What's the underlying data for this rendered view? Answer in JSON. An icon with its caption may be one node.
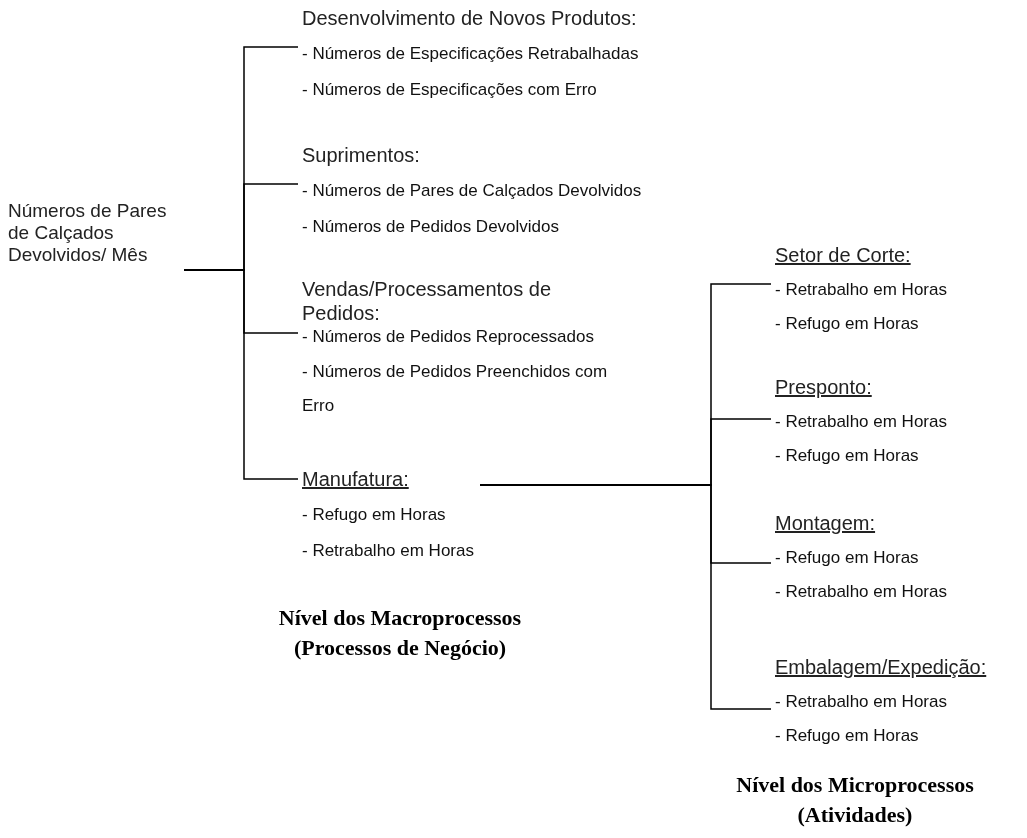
{
  "diagram": {
    "nodes": [
      {
        "text": [
          "Números de Pares de Calçados Devolvidos/ Mês"
        ]
      },
      {
        "text": [
          "Desenvolvimento de Novos Produtos:",
          "- Números de Especificações Retrabalhadas",
          "- Números de Especificações com Erro"
        ]
      },
      {
        "text": [
          "Suprimentos:",
          "- Números de Pares de Calçados Devolvidos",
          "- Números de Pedidos Devolvidos"
        ]
      },
      {
        "text": [
          "Vendas/Processamentos de Pedidos:",
          "- Números de Pedidos Reprocessados",
          "- Números de Pedidos Preenchidos com Erro"
        ]
      },
      {
        "text": [
          "Manufatura:",
          "- Refugo em Horas",
          "- Retrabalho em Horas"
        ]
      },
      {
        "text": [
          "Setor de Corte:",
          "- Retrabalho em Horas",
          "- Refugo em Horas"
        ]
      },
      {
        "text": [
          "Presponto:",
          "- Retrabalho em Horas",
          "- Refugo em Horas"
        ]
      },
      {
        "text": [
          "Montagem:",
          "- Refugo em Horas",
          "- Retrabalho em Horas"
        ]
      },
      {
        "text": [
          "Embalagem/Expedição:",
          "- Retrabalho em Horas",
          "- Refugo em Horas"
        ]
      }
    ],
    "edges": [
      {
        "from": 0,
        "to": 1,
        "arrow": "none"
      },
      {
        "from": 0,
        "to": 2,
        "arrow": "none"
      },
      {
        "from": 0,
        "to": 3,
        "arrow": "none"
      },
      {
        "from": 0,
        "to": 4,
        "arrow": "none"
      },
      {
        "from": 4,
        "to": 5,
        "arrow": "none"
      },
      {
        "from": 4,
        "to": 6,
        "arrow": "none"
      },
      {
        "from": 4,
        "to": 7,
        "arrow": "none"
      },
      {
        "from": 4,
        "to": 8,
        "arrow": "none"
      }
    ],
    "labels": [
      "Nível dos Macroprocessos (Processos de Negócio)",
      "Nível dos Microprocessos (Atividades)"
    ]
  }
}
